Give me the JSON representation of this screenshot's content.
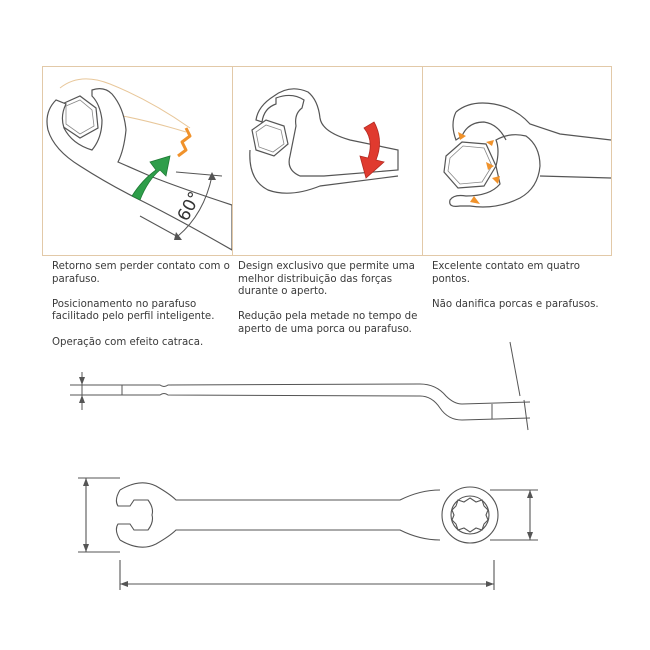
{
  "panels": [
    {
      "angle_label": "60°",
      "captions": [
        "Retorno sem perder contato com o parafuso.",
        "Posicionamento no parafuso facilitado pelo perfil inteligente.",
        "Operação com efeito catraca."
      ]
    },
    {
      "captions": [
        "Design exclusivo que permite uma melhor distribuição das forças durante o aperto.",
        "Redução pela metade no tempo de aperto de uma porca ou parafuso."
      ]
    },
    {
      "captions": [
        "Excelente contato em  quatro pontos.",
        "Não danifica porcas e parafusos."
      ]
    }
  ],
  "colors": {
    "frame": "#e2c9a8",
    "green_arrow": "#2e9e4a",
    "red_arrow": "#e03a2f",
    "orange_accent": "#f0922b",
    "line": "#555555"
  }
}
